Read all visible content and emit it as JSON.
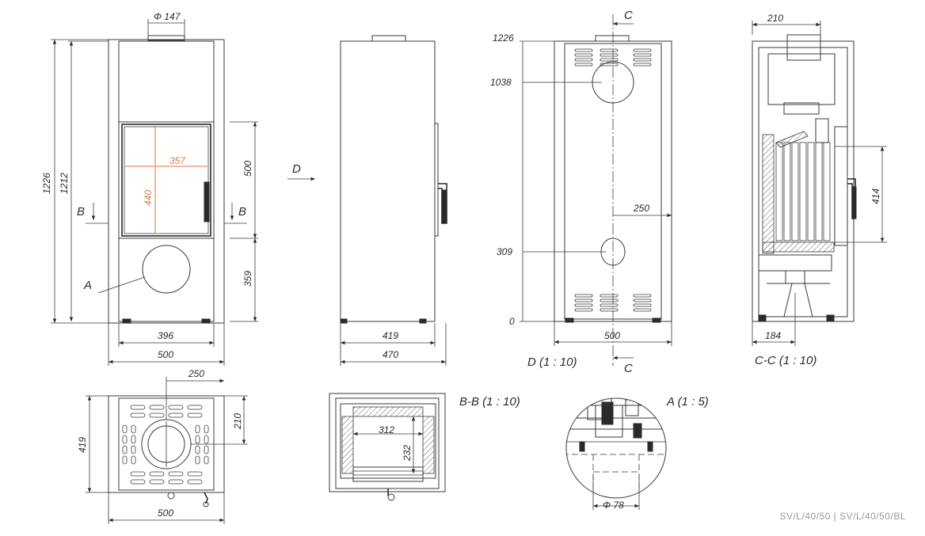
{
  "colors": {
    "line": "#3a3a3a",
    "accent_dimension": "#e0783a",
    "caption": "#9a9a9a"
  },
  "front_view": {
    "flue_diameter": "Φ 147",
    "total_height": "1226",
    "body_height": "1212",
    "glass_width": "357",
    "glass_height": "440",
    "door_height": "500",
    "lower_height": "359",
    "inner_width": "396",
    "outer_width": "500",
    "section_mark_left": "B",
    "section_mark_right": "B",
    "detail_mark": "A"
  },
  "side_view": {
    "arrow_label": "D",
    "depth_inner": "419",
    "depth_outer": "470"
  },
  "rear_view": {
    "label": "D (1 : 10)",
    "section_mark_top": "C",
    "section_mark_bottom": "C",
    "height_top": "1226",
    "height_upper_outlet": "1038",
    "height_lower_outlet": "309",
    "height_zero": "0",
    "offset": "250",
    "width": "500"
  },
  "section_cc": {
    "label": "C-C (1 : 10)",
    "top_width": "210",
    "opening_height": "414",
    "bottom_width": "184"
  },
  "top_view": {
    "offset": "250",
    "depth_to_centre": "210",
    "depth": "419",
    "width": "500"
  },
  "section_bb": {
    "label": "B-B (1 : 10)",
    "firebox_width": "312",
    "firebox_depth": "232"
  },
  "detail_a": {
    "label": "A (1 : 5)",
    "diameter": "Φ 78"
  },
  "caption": {
    "model": "SV/L/40/50 | SV/L/40/50/BL"
  }
}
